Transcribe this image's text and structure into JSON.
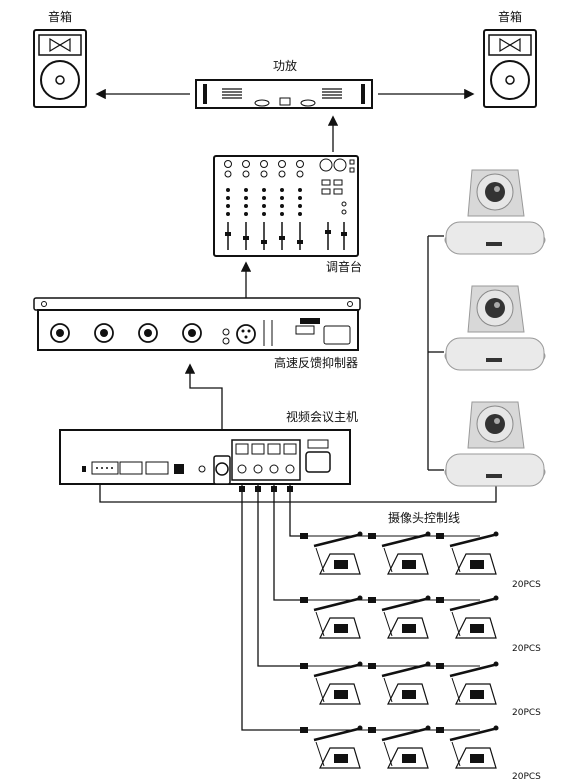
{
  "labels": {
    "speaker_left": "音箱",
    "speaker_right": "音箱",
    "amplifier": "功放",
    "mixer": "调音台",
    "feedback_suppressor": "高速反馈抑制器",
    "video_host": "视频会议主机",
    "camera_control_line": "摄像头控制线"
  },
  "row_counts": [
    "20PCS",
    "20PCS",
    "20PCS",
    "20PCS"
  ],
  "colors": {
    "line": "#111111",
    "device_fill": "#ffffff",
    "panel_dark": "#1a1a1a",
    "camera_gray": "#d8d8d8"
  },
  "icons": [
    "speaker-icon",
    "amplifier-icon",
    "mixer-icon",
    "rack-unit-icon",
    "camera-icon",
    "microphone-unit-icon"
  ]
}
